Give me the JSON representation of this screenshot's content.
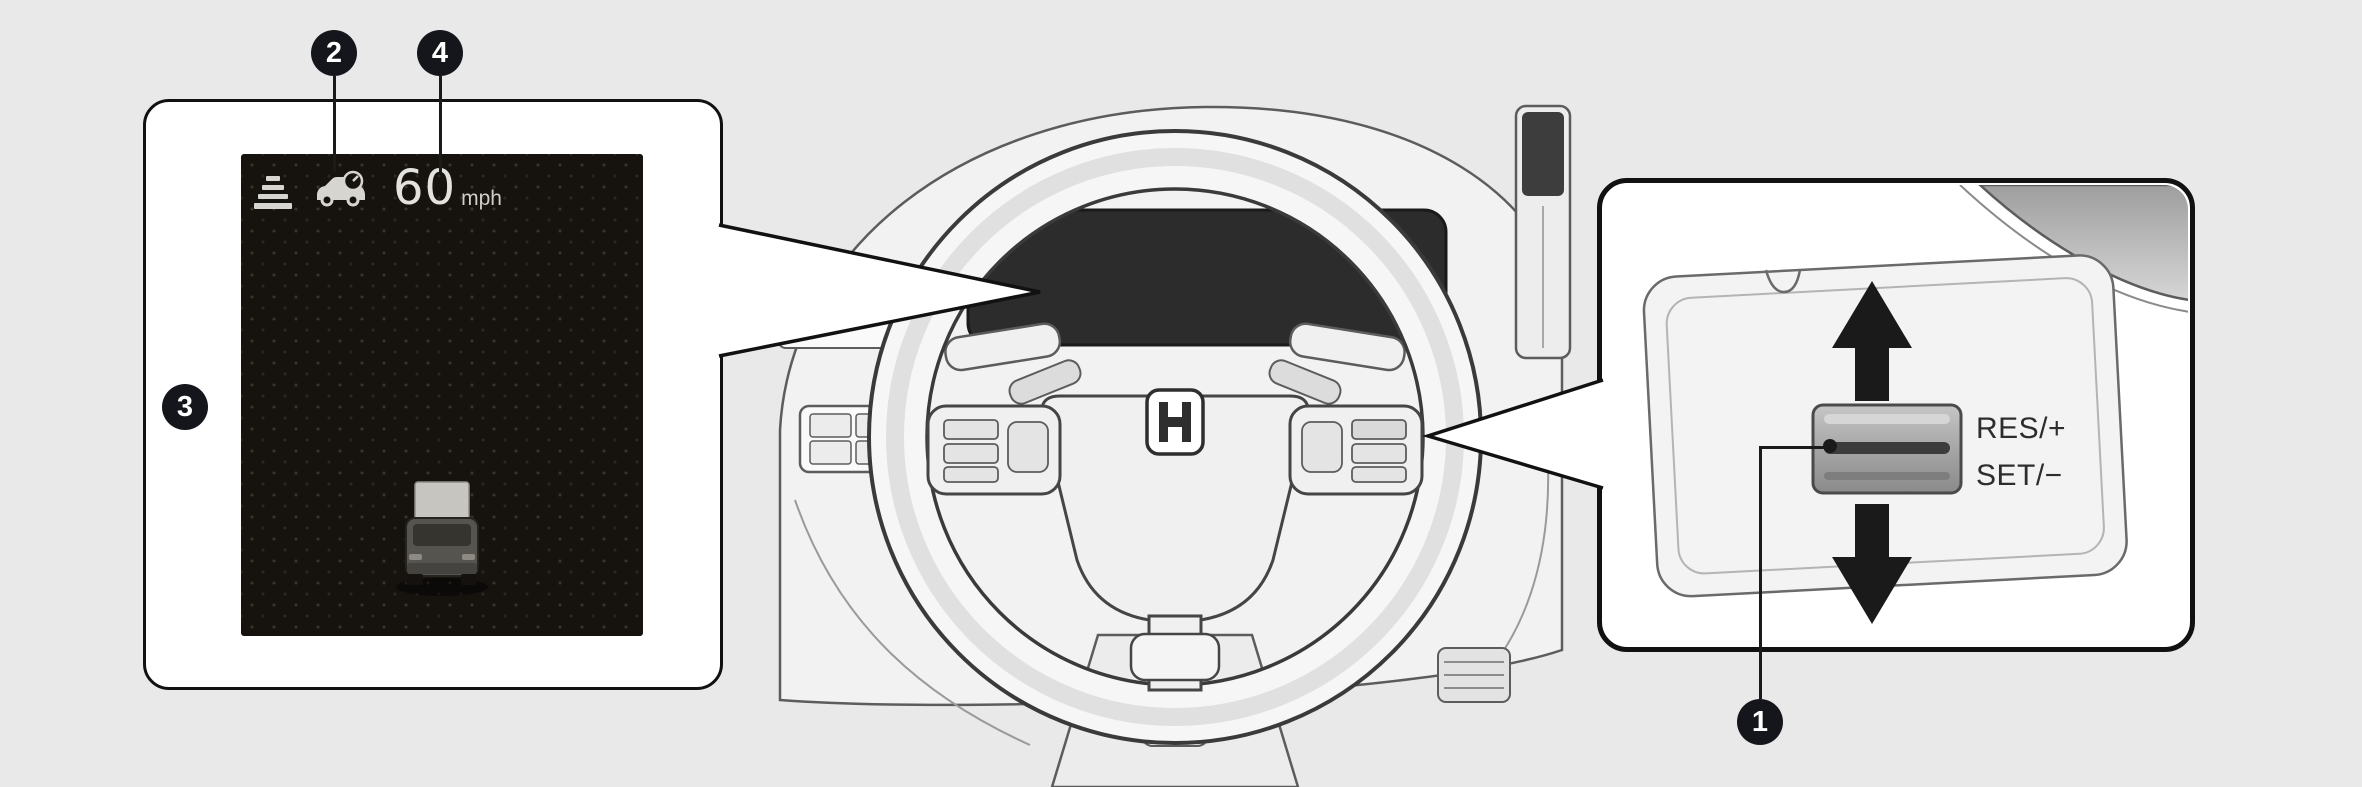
{
  "colors": {
    "page_background": "#e8e9e8",
    "callout_box_background": "#ffffff",
    "callout_box_border": "#111111",
    "marker_circle": "#14161c",
    "marker_text": "#ffffff",
    "display_background": "#16130f",
    "display_foreground": "#dddcd7",
    "leader_line": "#1a1a1a",
    "arrow": "#1a1a1a",
    "switch_label_text": "#2d2d2d"
  },
  "markers": {
    "m1": "1",
    "m2": "2",
    "m3": "3",
    "m4": "4"
  },
  "cluster_display": {
    "speed_value": "60",
    "speed_unit": "mph",
    "icons": [
      {
        "name": "following-interval-bars-icon"
      },
      {
        "name": "acc-set-vehicle-icon"
      },
      {
        "name": "detected-vehicle-rear-graphic"
      }
    ]
  },
  "steering_switch": {
    "res_label": "RES/+",
    "set_label": "SET/−",
    "movement_icons": [
      "up-arrow-icon",
      "down-arrow-icon"
    ]
  }
}
